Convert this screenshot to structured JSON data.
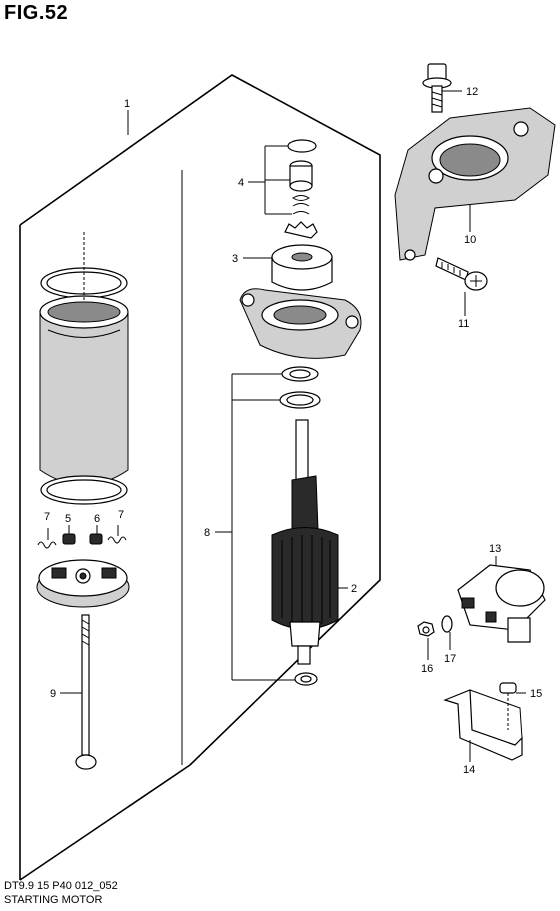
{
  "figure": {
    "title": "FIG.52",
    "model_code": "DT9.9 15 P40 012_052",
    "caption": "STARTING MOTOR"
  },
  "callouts": [
    {
      "id": "1",
      "label": "1"
    },
    {
      "id": "2",
      "label": "2"
    },
    {
      "id": "3",
      "label": "3"
    },
    {
      "id": "4",
      "label": "4"
    },
    {
      "id": "5",
      "label": "5"
    },
    {
      "id": "6",
      "label": "6"
    },
    {
      "id": "7a",
      "label": "7"
    },
    {
      "id": "7b",
      "label": "7"
    },
    {
      "id": "8",
      "label": "8"
    },
    {
      "id": "9",
      "label": "9"
    },
    {
      "id": "10",
      "label": "10"
    },
    {
      "id": "11",
      "label": "11"
    },
    {
      "id": "12",
      "label": "12"
    },
    {
      "id": "13",
      "label": "13"
    },
    {
      "id": "14",
      "label": "14"
    },
    {
      "id": "15",
      "label": "15"
    },
    {
      "id": "16",
      "label": "16"
    },
    {
      "id": "17",
      "label": "17"
    }
  ]
}
